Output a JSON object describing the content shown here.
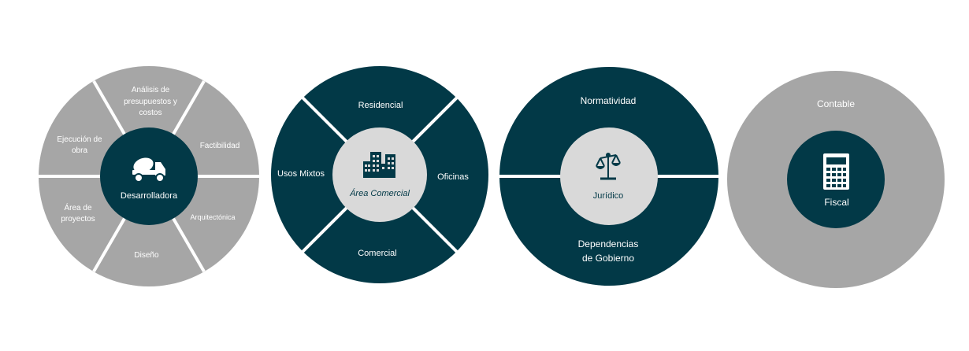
{
  "colors": {
    "teal": "#023947",
    "gray": "#a6a6a6",
    "light_gray": "#d9d9d9",
    "white": "#ffffff"
  },
  "diagram1": {
    "center": "Desarrolladora",
    "center_icon": "concrete-mixer-truck-icon",
    "segments": {
      "analisis_1": "Análisis de",
      "analisis_2": "presupuestos y",
      "analisis_3": "costos",
      "factibilidad": "Factibilidad",
      "arquitectonica": "Arquitectónica",
      "diseno": "Diseño",
      "area_proyectos_1": "Área de",
      "area_proyectos_2": "proyectos",
      "ejecucion_1": "Ejecución de",
      "ejecucion_2": "obra"
    }
  },
  "diagram2": {
    "center_prefix": "Área",
    "center_suffix": "Comercial",
    "center_icon": "buildings-icon",
    "segments": {
      "residencial": "Residencial",
      "oficinas": "Oficinas",
      "comercial": "Comercial",
      "usos_mixtos": "Usos Mixtos"
    }
  },
  "diagram3": {
    "center": "Jurídico",
    "center_icon": "scales-icon",
    "segments": {
      "normatividad": "Normatividad",
      "dependencias_1": "Dependencias",
      "dependencias_2": "de Gobierno"
    }
  },
  "diagram4": {
    "center": "Fiscal",
    "center_icon": "calculator-icon",
    "outer": "Contable"
  }
}
